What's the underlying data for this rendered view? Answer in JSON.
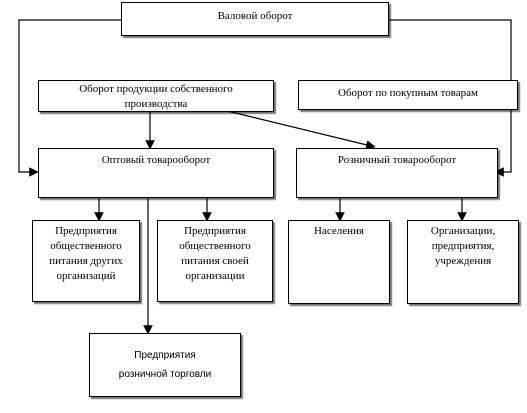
{
  "nodes": {
    "gross_turnover": "Валовой оборот",
    "own_production": "Оборот продукции  собственного\nпроизводства",
    "purchased_goods": "Оборот по покупным  товарам",
    "wholesale": "Оптовый товарооборот",
    "retail": "Розничный товарооборот",
    "catering_other": "Предприятия\nобщественного\nпитания других\nорганизаций",
    "catering_own": "Предприятия\nобщественного\nпитания своей\nорганизации",
    "population": "Населения",
    "organizations": "Организации,\nпредприятия,\nучреждения",
    "retail_trade": "Предприятия\nрозничной  торговли"
  }
}
